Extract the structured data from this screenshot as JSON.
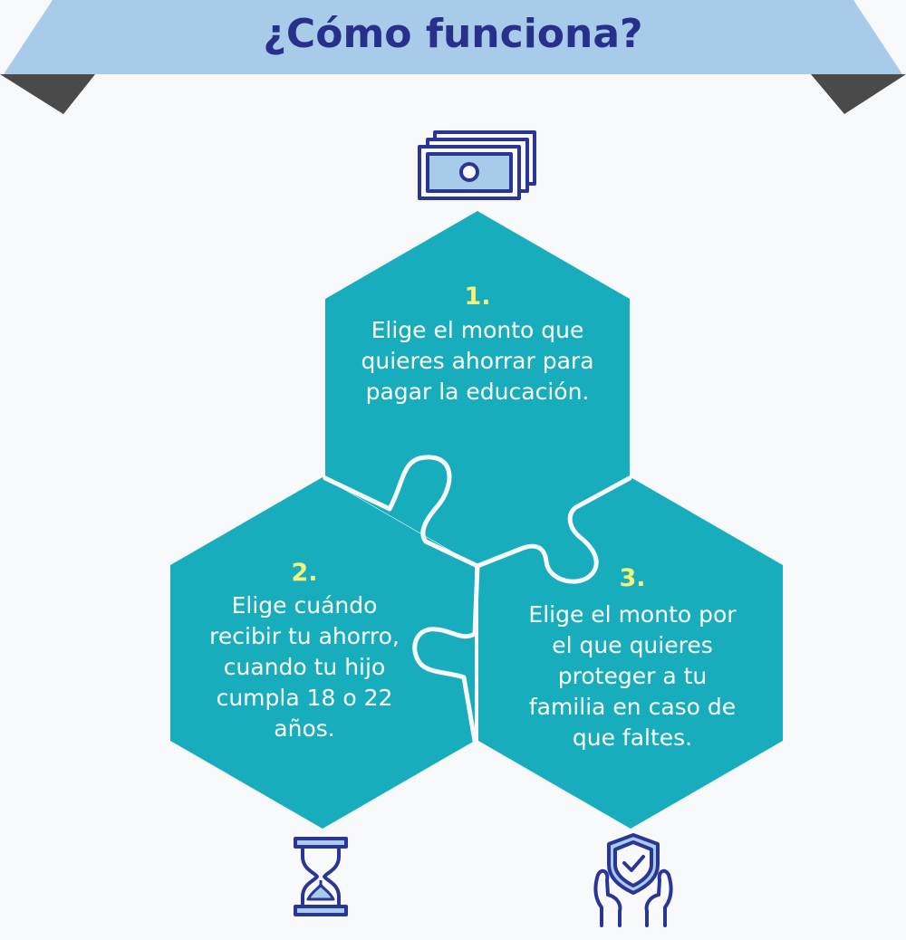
{
  "header": {
    "title": "¿Cómo funciona?"
  },
  "colors": {
    "ribbon": "#a7cbe8",
    "ribbon_fold": "#4a4a4a",
    "hexagon": "#17adbd",
    "seam": "#f7f9fb",
    "number": "#f4f27a",
    "text": "#ffffff",
    "title": "#27318c",
    "icon": "#2b3595",
    "icon_fill": "#a7cbe8"
  },
  "steps": [
    {
      "number": "1.",
      "lines": [
        "Elige el monto que",
        "quieres ahorrar para",
        "pagar la educación."
      ],
      "icon": "money-bills-icon"
    },
    {
      "number": "2.",
      "lines": [
        "Elige cuándo",
        "recibir tu ahorro,",
        "cuando tu hijo",
        "cumpla 18 o 22",
        "años."
      ],
      "icon": "hourglass-icon"
    },
    {
      "number": "3.",
      "lines": [
        "Elige el monto por",
        "el que quieres",
        "proteger a tu",
        "familia en caso de",
        "que faltes."
      ],
      "icon": "protection-shield-hands-icon"
    }
  ]
}
